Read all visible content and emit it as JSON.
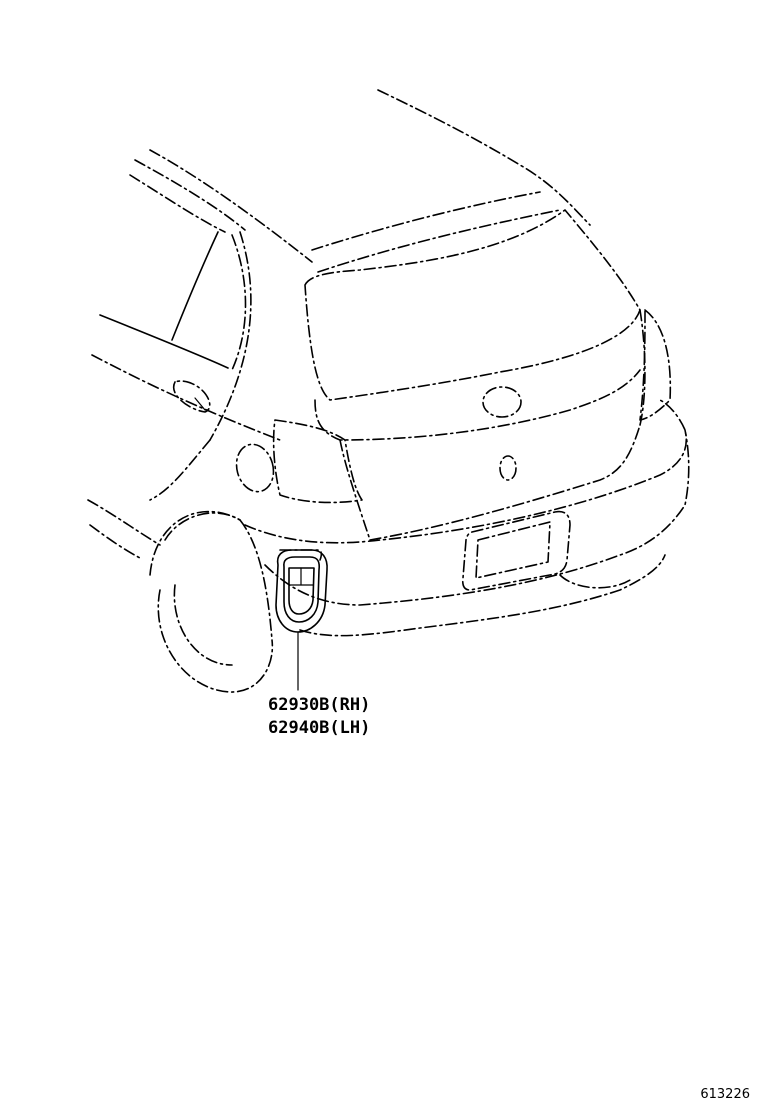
{
  "diagram": {
    "parts": [
      {
        "label": "62930B(RH)"
      },
      {
        "label": "62940B(LH)"
      }
    ],
    "figure_number": "613226"
  }
}
